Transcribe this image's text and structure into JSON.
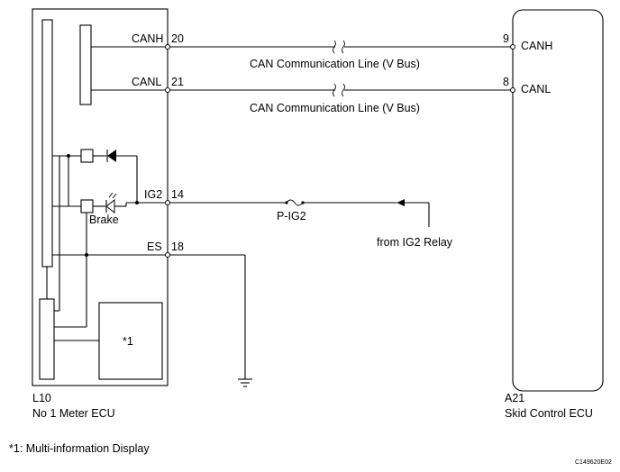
{
  "meter_ecu": {
    "connector": "L10",
    "name": "No 1 Meter ECU",
    "inner_block_label": "*1",
    "lamp_label": "Brake"
  },
  "skid_ecu": {
    "connector": "A21",
    "name": "Skid Control ECU"
  },
  "lines": [
    {
      "terminal_name": "CANH",
      "pin_left": "20",
      "pin_right": "9",
      "right_name": "CANH",
      "caption": "CAN Communication Line (V Bus)"
    },
    {
      "terminal_name": "CANL",
      "pin_left": "21",
      "pin_right": "8",
      "right_name": "CANL",
      "caption": "CAN Communication Line (V Bus)"
    }
  ],
  "ig2": {
    "terminal_name": "IG2",
    "pin": "14",
    "fuse": "P-IG2",
    "source": "from IG2 Relay"
  },
  "es": {
    "terminal_name": "ES",
    "pin": "18"
  },
  "footnote": "*1: Multi-information Display",
  "figure_id": "C149620E02"
}
